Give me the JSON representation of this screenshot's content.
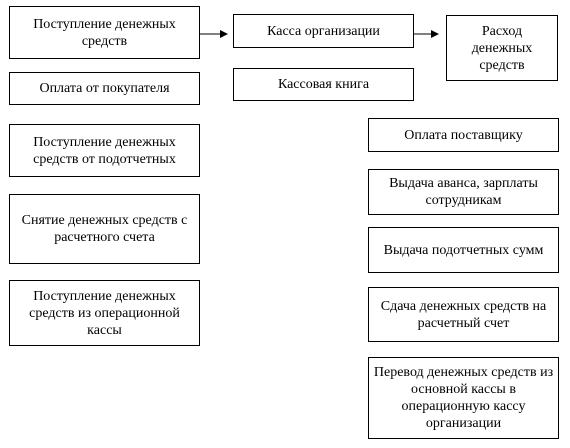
{
  "boxes": {
    "receipt": "Поступление денежных средств",
    "cash_office": "Касса организации",
    "expense": "Расход денежных средств",
    "cash_book": "Кассовая книга",
    "from_buyer": "Оплата от покупателя",
    "from_accountable": "Поступление денежных средств от подотчетных",
    "withdrawal": "Снятие денежных средств с расчетного счета",
    "from_operational": "Поступление денежных средств из операционной кассы",
    "to_supplier": "Оплата поставщику",
    "advance_salary": "Выдача аванса, зарплаты сотрудникам",
    "accountable_sums": "Выдача подотчетных сумм",
    "deposit_to_account": "Сдача денежных средств на расчетный счет",
    "transfer_to_operational": "Перевод денежных средств из основной кассы в операционную кассу организации"
  }
}
